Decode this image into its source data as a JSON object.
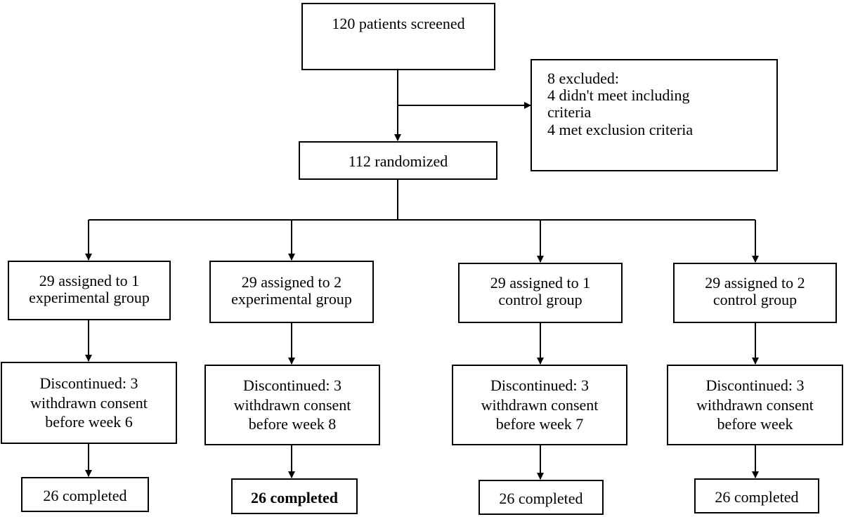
{
  "nodes": {
    "screened": "120 patients screened",
    "excluded": "8 excluded:\n4 didn't meet including\ncriteria\n 4 met exclusion criteria",
    "randomized": "112 randomized",
    "assign_exp1": "29 assigned to 1\nexperimental group",
    "assign_exp2": "29 assigned to 2\nexperimental group",
    "assign_ctl1": "29 assigned to 1\ncontrol group",
    "assign_ctl2": "29 assigned to 2\ncontrol group",
    "disc_exp1": "Discontinued: 3\nwithdrawn consent\nbefore week 6",
    "disc_exp2": "Discontinued: 3\nwithdrawn consent\nbefore week 8",
    "disc_ctl1": "Discontinued: 3\nwithdrawn consent\nbefore week 7",
    "disc_ctl2": "Discontinued: 3\nwithdrawn consent\nbefore week",
    "comp_exp1": "26 completed",
    "comp_exp2": "26 completed",
    "comp_ctl1": "26 completed",
    "comp_ctl2": "26 completed"
  }
}
